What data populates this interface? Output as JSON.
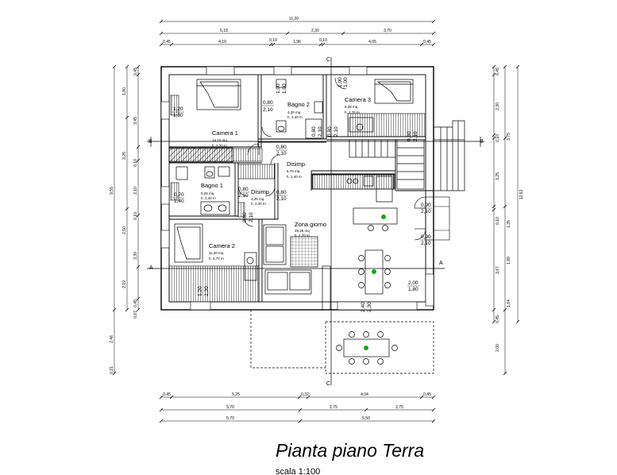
{
  "title": "Pianta piano Terra",
  "scale": "scala 1:100",
  "sections": {
    "a_left": "A",
    "a_right": "A",
    "b_left": "B",
    "b_right": "B",
    "c_top": "C",
    "c_bottom": "C"
  },
  "rooms": {
    "camera1": {
      "name": "Camera 1",
      "area": "14,15 mq",
      "height": "h. 2,70 m"
    },
    "bagno2": {
      "name": "Bagno 2",
      "area": "4,30 mq",
      "height": "h. 2,40 m"
    },
    "camera3": {
      "name": "Camera 3",
      "area": "9,28 mq",
      "height": "h. 2,70 m"
    },
    "disimp1": {
      "name": "Disimp.",
      "area": "6,76 mq",
      "height": "h. 2,40 m"
    },
    "bagno1": {
      "name": "Bagno 1",
      "area": "5,28 mq",
      "height": "h. 2,40 m"
    },
    "disimp2": {
      "name": "Disimp.",
      "area": "3,29 mq",
      "height": "h. 2,40 m"
    },
    "zona_giorno": {
      "name": "Zona giorno",
      "area": "29,28 mq",
      "height": "h. 2,70 m"
    },
    "camera2": {
      "name": "Camera 2",
      "area": "11,30 mq",
      "height": "h. 2,70 m"
    }
  },
  "openings": {
    "o1": [
      "1,20",
      "1,30"
    ],
    "o2": [
      "0,80",
      "2,10"
    ],
    "o3": [
      "1,00",
      "1,00"
    ],
    "o4": [
      "0,80",
      "2,10"
    ],
    "o5": [
      "0,70",
      "1,40"
    ],
    "o6": [
      "0,80",
      "2,10"
    ],
    "o7": [
      "0,80",
      "2,10"
    ],
    "o8": [
      "0,90",
      "2,10"
    ],
    "o9": [
      "0,90",
      "2,10"
    ],
    "o10": [
      "2,00",
      "1,80"
    ],
    "o11": [
      "1,20",
      "2,30"
    ],
    "o12": [
      "2,40",
      "2,30"
    ],
    "o13": [
      "0,80",
      "2,10"
    ],
    "o14": [
      "0,80",
      "2,10"
    ],
    "o15": [
      "1,00",
      "1,00"
    ],
    "o16": [
      "0,80",
      "2,10"
    ],
    "o17": [
      "0,80",
      "2,10"
    ]
  },
  "dims_top": {
    "total": "11,20",
    "row2": [
      "5,18",
      "2,30",
      "3,70"
    ],
    "row3": [
      "0,45",
      "4,10",
      "0,10",
      "1,96",
      "0,10",
      "4,05",
      "0,45"
    ]
  },
  "dims_bottom": {
    "row1": [
      "0,45",
      "5,25",
      "0,32",
      "4,04",
      "0,45"
    ],
    "row2": [
      "5,70",
      "2,75",
      "2,75"
    ],
    "row3": [
      "5,70",
      "5,50"
    ]
  },
  "dims_left": {
    "total": "9,55",
    "inner": [
      "0,45",
      "1,80",
      "3,45",
      "3,25",
      "0,10",
      "2,10",
      "0,10",
      "2,50",
      "3,30",
      "2,19",
      "0,45",
      "0,67",
      "2,46",
      "0,21"
    ]
  },
  "dims_right": {
    "total": "12,62",
    "inner": [
      "0,45",
      "2,30",
      "0,10",
      "3,75",
      "3,25",
      "0,10",
      "1,35",
      "1,89",
      "3,67",
      "1,64",
      "0,45",
      "2,00"
    ]
  }
}
